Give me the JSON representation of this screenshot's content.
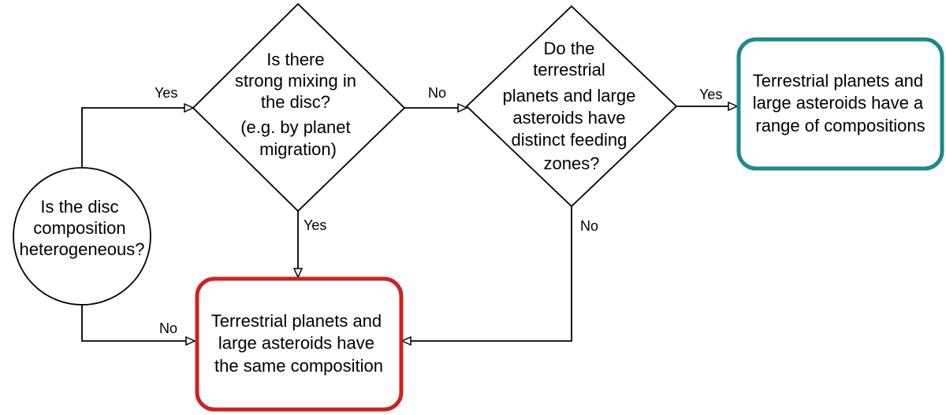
{
  "nodes": {
    "start": {
      "lines": [
        "Is the disc",
        "composition",
        "heterogeneous?"
      ]
    },
    "mixing": {
      "lines": [
        "Is there",
        "strong mixing in",
        "the disc?",
        "(e.g. by planet",
        "migration)"
      ]
    },
    "feeding": {
      "lines": [
        "Do the",
        "terrestrial",
        "planets and large",
        "asteroids have",
        "distinct feeding",
        "zones?"
      ]
    },
    "range": {
      "lines": [
        "Terrestrial planets and",
        "large asteroids have a",
        "range of compositions"
      ],
      "border_color": "#1a8a8a"
    },
    "same": {
      "lines": [
        "Terrestrial planets and",
        "large asteroids have",
        "the same composition"
      ],
      "border_color": "#cc2222"
    }
  },
  "edges": {
    "start_to_mixing": "Yes",
    "start_to_same": "No",
    "mixing_to_feeding": "No",
    "mixing_to_same": "Yes",
    "feeding_to_range": "Yes",
    "feeding_to_same": "No"
  }
}
